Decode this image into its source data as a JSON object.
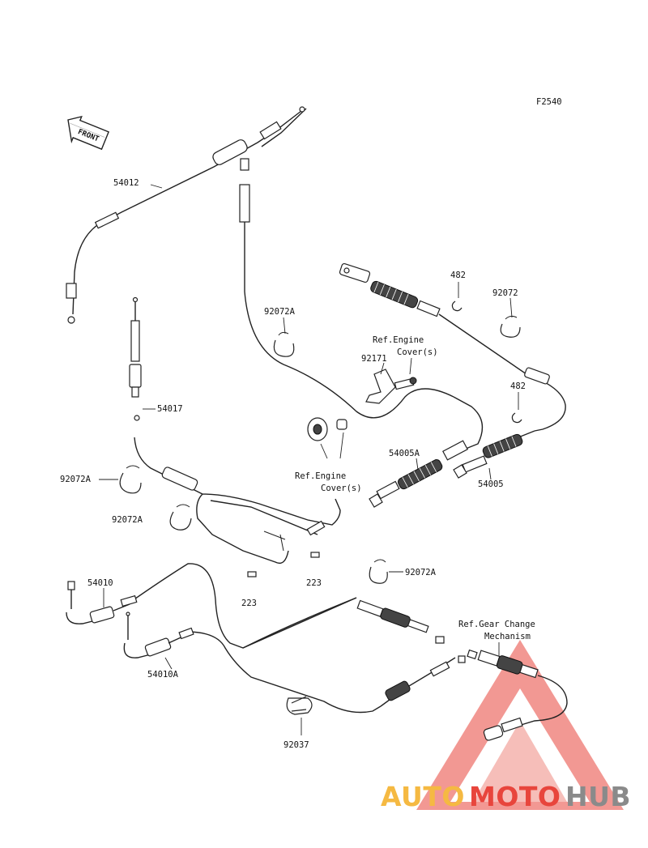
{
  "figure_code": "F2540",
  "front_label": "FRONT",
  "part_labels": {
    "p54012": "54012",
    "p54017": "54017",
    "p92072A_1": "92072A",
    "p92072A_2": "92072A",
    "p92072A_3": "92072A",
    "p92072A_4": "92072A",
    "p482_1": "482",
    "p482_2": "482",
    "p92072": "92072",
    "p92171": "92171",
    "p54005A": "54005A",
    "p54005": "54005",
    "p223_1": "223",
    "p223_2": "223",
    "p54010": "54010",
    "p54010A": "54010A",
    "p92037": "92037"
  },
  "ref_labels": {
    "engine_cover_1_line1": "Ref.Engine",
    "engine_cover_1_line2": "Cover(s)",
    "engine_cover_2_line1": "Ref.Engine",
    "engine_cover_2_line2": "Cover(s)",
    "gear_change_line1": "Ref.Gear Change",
    "gear_change_line2": "Mechanism"
  },
  "watermark": {
    "part1": "AUTO",
    "part2": "MOTO",
    "part3": "HUB",
    "color1": "#f5b942",
    "color2": "#e8453c",
    "color3": "#8a8a8a"
  }
}
